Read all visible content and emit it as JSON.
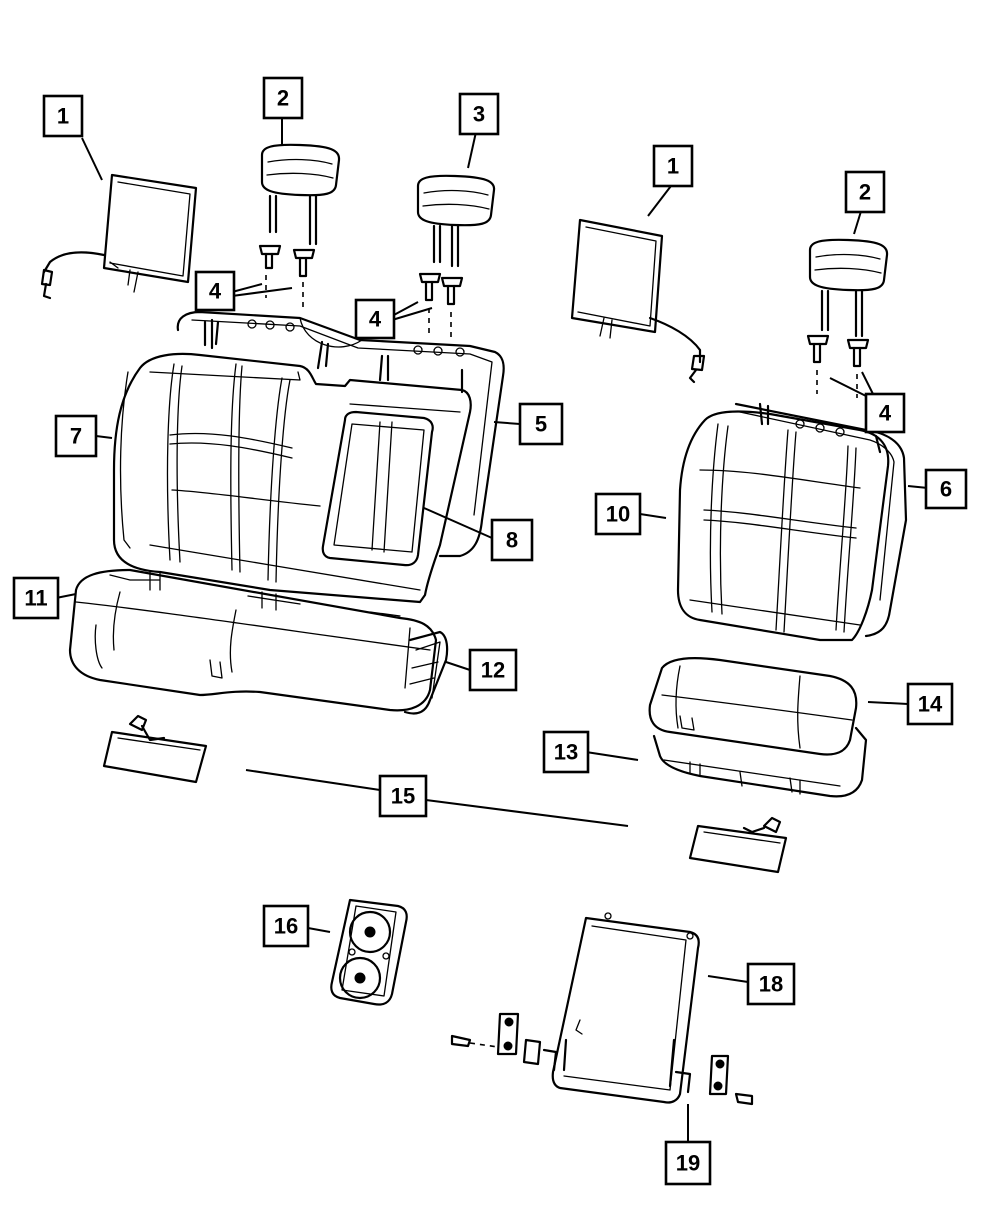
{
  "callouts": [
    {
      "id": "c1a",
      "label": "1"
    },
    {
      "id": "c2a",
      "label": "2"
    },
    {
      "id": "c3",
      "label": "3"
    },
    {
      "id": "c4a",
      "label": "4"
    },
    {
      "id": "c4b",
      "label": "4"
    },
    {
      "id": "c1b",
      "label": "1"
    },
    {
      "id": "c2b",
      "label": "2"
    },
    {
      "id": "c4c",
      "label": "4"
    },
    {
      "id": "c5",
      "label": "5"
    },
    {
      "id": "c6",
      "label": "6"
    },
    {
      "id": "c7",
      "label": "7"
    },
    {
      "id": "c8",
      "label": "8"
    },
    {
      "id": "c10",
      "label": "10"
    },
    {
      "id": "c11",
      "label": "11"
    },
    {
      "id": "c12",
      "label": "12"
    },
    {
      "id": "c13",
      "label": "13"
    },
    {
      "id": "c14",
      "label": "14"
    },
    {
      "id": "c15",
      "label": "15"
    },
    {
      "id": "c16",
      "label": "16"
    },
    {
      "id": "c18",
      "label": "18"
    },
    {
      "id": "c19",
      "label": "19"
    }
  ]
}
